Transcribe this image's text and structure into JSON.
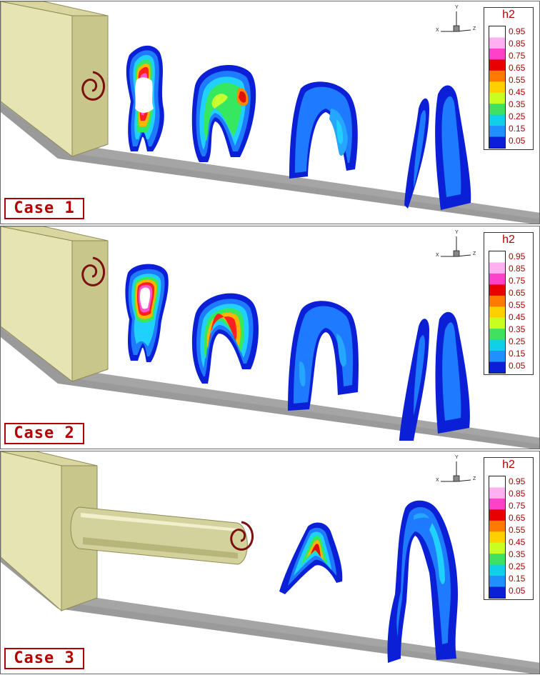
{
  "figure": {
    "panels": [
      {
        "label": "Case 1"
      },
      {
        "label": "Case 2"
      },
      {
        "label": "Case 3"
      }
    ],
    "legend": {
      "title": "h2",
      "levels": [
        "0.95",
        "0.85",
        "0.75",
        "0.65",
        "0.55",
        "0.45",
        "0.35",
        "0.25",
        "0.15",
        "0.05"
      ]
    },
    "axis_triad": {
      "x": "X",
      "y": "Y",
      "z": "Z"
    },
    "colors": {
      "block_face": "#ccc98f",
      "block_side": "#e8e6b6",
      "floor": "#a5a5a5",
      "spiral": "#7a1010",
      "label_red": "#b30000",
      "contour_low": "#0a1fd6",
      "contour_high": "#ffffff"
    }
  }
}
